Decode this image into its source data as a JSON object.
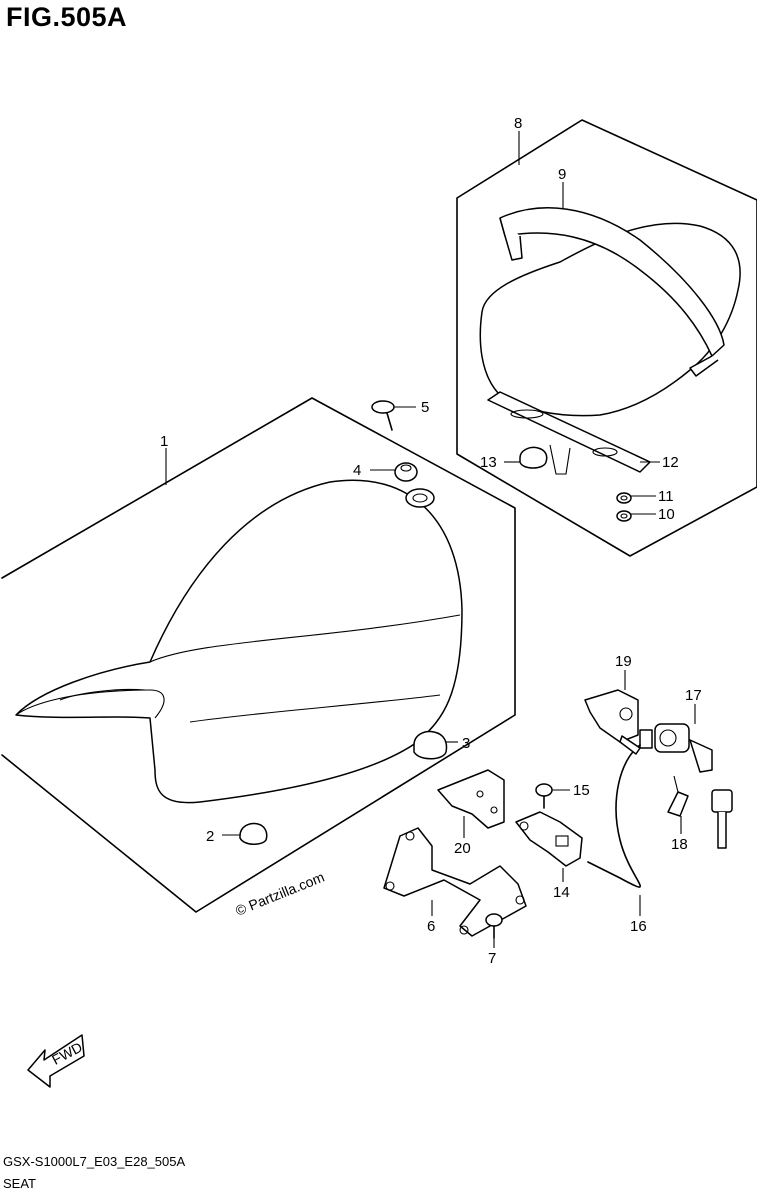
{
  "figure": {
    "title": "FIG.505A",
    "code": "GSX-S1000L7_E03_E28_505A",
    "name": "SEAT",
    "watermark": "© Partzilla.com",
    "fwd_label": "FWD"
  },
  "callouts": [
    {
      "id": "1",
      "label": "1"
    },
    {
      "id": "2",
      "label": "2"
    },
    {
      "id": "3",
      "label": "3"
    },
    {
      "id": "4",
      "label": "4"
    },
    {
      "id": "5",
      "label": "5"
    },
    {
      "id": "6",
      "label": "6"
    },
    {
      "id": "7",
      "label": "7"
    },
    {
      "id": "8",
      "label": "8"
    },
    {
      "id": "9",
      "label": "9"
    },
    {
      "id": "10",
      "label": "10"
    },
    {
      "id": "11",
      "label": "11"
    },
    {
      "id": "12",
      "label": "12"
    },
    {
      "id": "13",
      "label": "13"
    },
    {
      "id": "14",
      "label": "14"
    },
    {
      "id": "15",
      "label": "15"
    },
    {
      "id": "16",
      "label": "16"
    },
    {
      "id": "17",
      "label": "17"
    },
    {
      "id": "18",
      "label": "18"
    },
    {
      "id": "19",
      "label": "19"
    },
    {
      "id": "20",
      "label": "20"
    }
  ]
}
